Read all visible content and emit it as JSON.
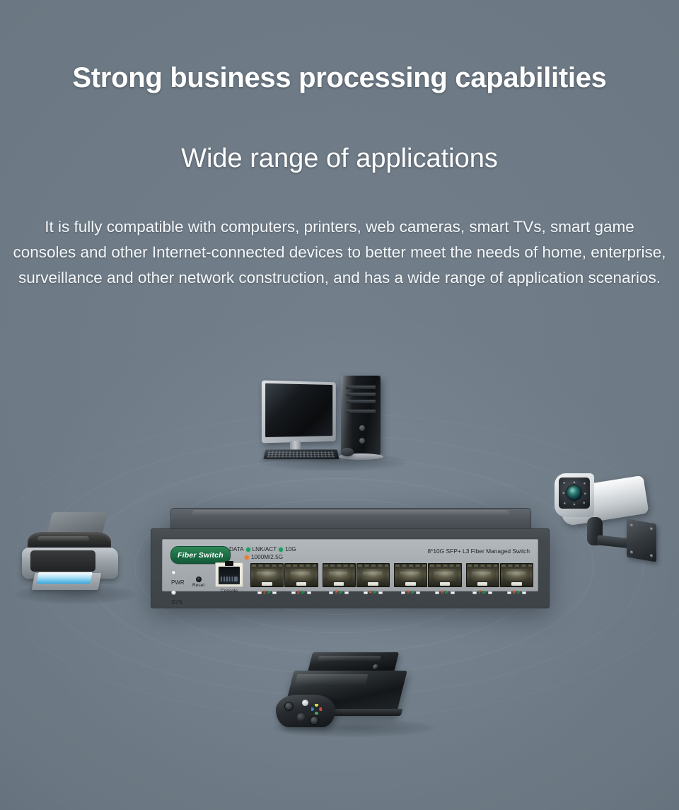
{
  "page": {
    "background_color": "#6d7984",
    "headline": "Strong business processing capabilities",
    "subheadline": "Wide range of applications",
    "body_text": "It is fully compatible with computers, printers, web cameras, smart TVs, smart game consoles and other Internet-connected devices to better meet the needs of home, enterprise, surveillance and other network construction, and has a wide range of application scenarios."
  },
  "device": {
    "brand_badge": "Fiber Switch",
    "badge_color": "#186b42",
    "model_text": "8*10G SFP+ L3 Fiber Managed Switch",
    "legend": {
      "data_label": "DATA",
      "lnk_act_label": "LNK/ACT",
      "speed_10g_label": "10G",
      "speed_1000m_label": "1000M/2.5G",
      "green_color": "#18a05e",
      "orange_color": "#ef7b2e"
    },
    "status_leds": [
      {
        "label": "PWR"
      },
      {
        "label": "SYS"
      }
    ],
    "reset_label": "Reset",
    "console_label": "Console",
    "ports": [
      {
        "number": "1",
        "arrow": "▶"
      },
      {
        "number": "2",
        "arrow": "▶"
      },
      {
        "number": "3",
        "arrow": "▶"
      },
      {
        "number": "4",
        "arrow": "▶"
      },
      {
        "number": "5",
        "arrow": "▶"
      },
      {
        "number": "6",
        "arrow": "▶"
      },
      {
        "number": "7",
        "arrow": "▶"
      },
      {
        "number": "8",
        "arrow": "▶"
      }
    ],
    "port_number_color": "#e2622c",
    "port_arrow_color": "#1a8a4f"
  },
  "peripherals": [
    {
      "name": "desktop-computer"
    },
    {
      "name": "printer"
    },
    {
      "name": "security-camera"
    },
    {
      "name": "game-console"
    }
  ]
}
